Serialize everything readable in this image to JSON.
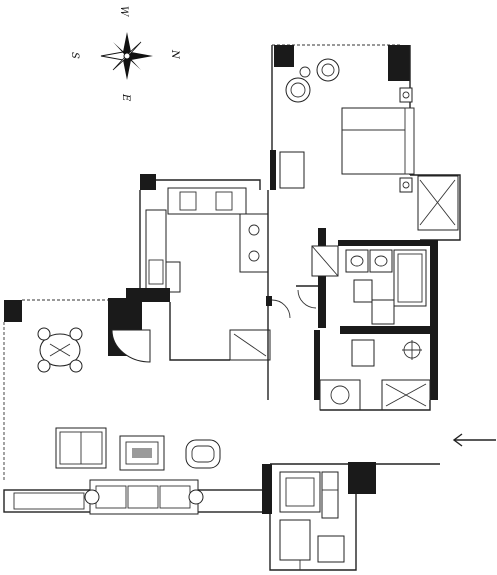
{
  "compass": {
    "labels": {
      "west": "W",
      "north": "N",
      "south": "S",
      "east": "E"
    }
  },
  "colors": {
    "ink": "#1a1a1a",
    "paper": "#ffffff",
    "hatch": "#9a9a9a"
  },
  "icons": {
    "compass": "compass-rose-icon",
    "entry_arrow": "arrow-left-icon"
  }
}
